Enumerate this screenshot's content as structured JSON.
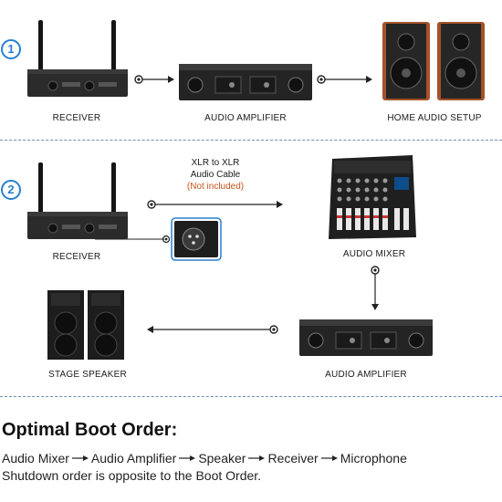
{
  "section1": {
    "step_number": "1",
    "receiver_label": "RECEIVER",
    "amplifier_label": "AUDIO AMPLIFIER",
    "home_audio_label": "HOME AUDIO SETUP"
  },
  "section2": {
    "step_number": "2",
    "cable_line1": "XLR to XLR",
    "cable_line2": "Audio Cable",
    "cable_note": "(Not included)",
    "receiver_label": "RECEIVER",
    "mixer_label": "AUDIO MIXER",
    "amplifier_label": "AUDIO AMPLIFIER",
    "stage_speaker_label": "STAGE SPEAKER"
  },
  "boot_order": {
    "heading": "Optimal Boot Order:",
    "steps": [
      "Audio Mixer",
      "Audio Amplifier",
      "Speaker",
      "Receiver",
      "Microphone"
    ],
    "shutdown_text": "Shutdown order is opposite to the Boot Order."
  },
  "colors": {
    "accent_blue": "#2a7fd0",
    "note_orange": "#c8541a",
    "divider": "#6f8fb0"
  },
  "icons": [
    "receiver-icon",
    "amplifier-icon",
    "bookshelf-speakers-icon",
    "mixer-icon",
    "stage-speaker-icon",
    "xlr-connector-icon",
    "arrow-icon"
  ]
}
